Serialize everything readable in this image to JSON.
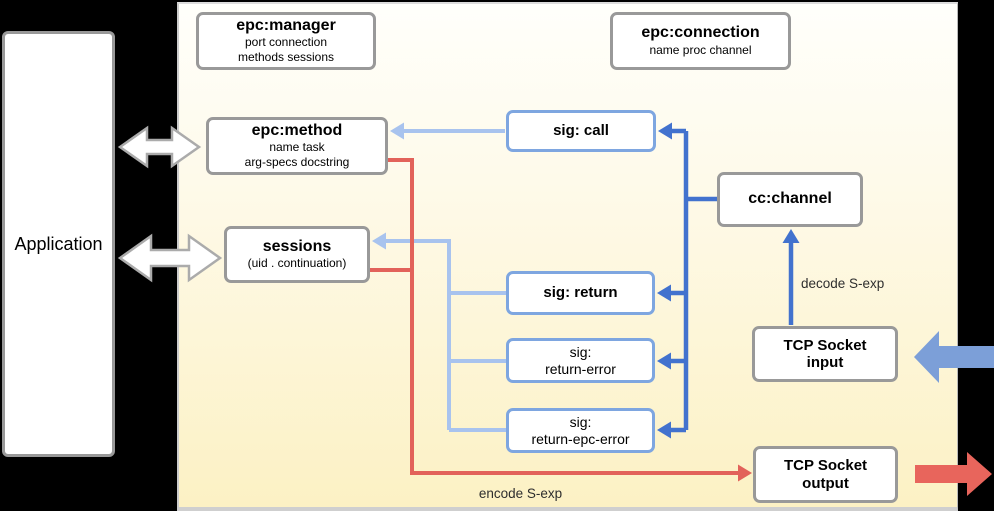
{
  "application": {
    "label": "Application"
  },
  "boxes": {
    "manager": {
      "title": "epc:manager",
      "line1": "port connection",
      "line2": "methods sessions"
    },
    "connection": {
      "title": "epc:connection",
      "line1": "name proc channel"
    },
    "method": {
      "title": "epc:method",
      "line1": "name task",
      "line2": "arg-specs docstring"
    },
    "sessions": {
      "title": "sessions",
      "line1": "(uid . continuation)"
    },
    "sig_call": {
      "title": "sig: call"
    },
    "cc_channel": {
      "title": "cc:channel"
    },
    "sig_return": {
      "title": "sig: return"
    },
    "sig_return_error": {
      "line1": "sig:",
      "line2": "return-error"
    },
    "sig_return_epc_error": {
      "line1": "sig:",
      "line2": "return-epc-error"
    },
    "tcp_input": {
      "line1": "TCP Socket",
      "line2": "input"
    },
    "tcp_output": {
      "line1": "TCP Socket",
      "line2": "output"
    }
  },
  "labels": {
    "decode": "decode S-exp",
    "encode": "encode S-exp"
  },
  "colors": {
    "gray_border": "#999999",
    "sig_border": "#7EA6E0",
    "blue_dark": "#4272CE",
    "blue_light": "#A8C3EE",
    "red": "#E2625A",
    "arrow_in_fill": "#7C9FD8",
    "arrow_out_fill": "#E8655C"
  }
}
